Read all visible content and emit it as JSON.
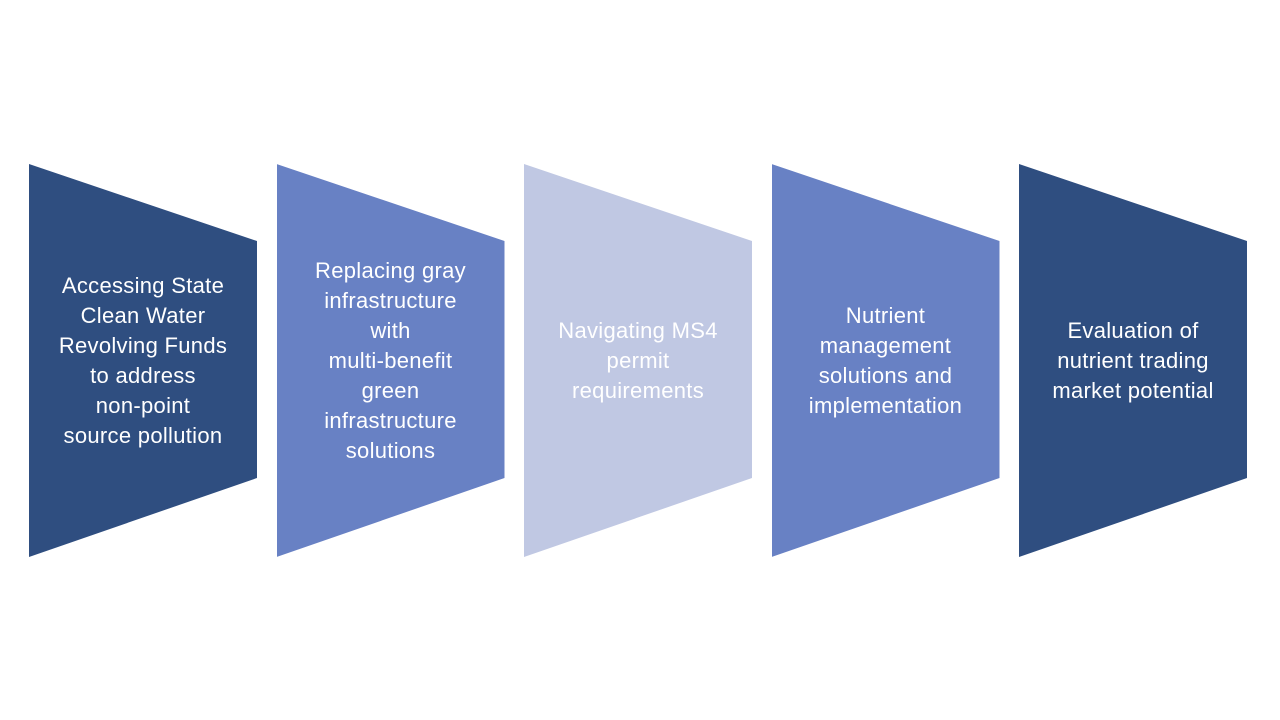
{
  "slide": {
    "background_color": "#FFFFFF"
  },
  "diagram": {
    "type": "process-flow",
    "direction": "left-to-right",
    "shape_style": "pointed-trapezoid",
    "steps": [
      {
        "id": 1,
        "label_lines": [
          "Accessing State",
          "Clean Water",
          "Revolving Funds",
          "to address",
          "non-point",
          "source pollution"
        ],
        "fill_color": "#2F4E80",
        "text_color": "#FFFFFF"
      },
      {
        "id": 2,
        "label_lines": [
          "Replacing gray",
          "infrastructure",
          "with",
          "multi-benefit",
          "green",
          "infrastructure",
          "solutions"
        ],
        "fill_color": "#6881C4",
        "text_color": "#FFFFFF"
      },
      {
        "id": 3,
        "label_lines": [
          "Navigating MS4",
          "permit",
          "requirements"
        ],
        "fill_color": "#C0C8E3",
        "text_color": "#FFFFFF"
      },
      {
        "id": 4,
        "label_lines": [
          "Nutrient",
          "management",
          "solutions and",
          "implementation"
        ],
        "fill_color": "#6881C4",
        "text_color": "#FFFFFF"
      },
      {
        "id": 5,
        "label_lines": [
          "Evaluation of",
          "nutrient trading",
          "market potential"
        ],
        "fill_color": "#2F4E80",
        "text_color": "#FFFFFF"
      }
    ]
  }
}
